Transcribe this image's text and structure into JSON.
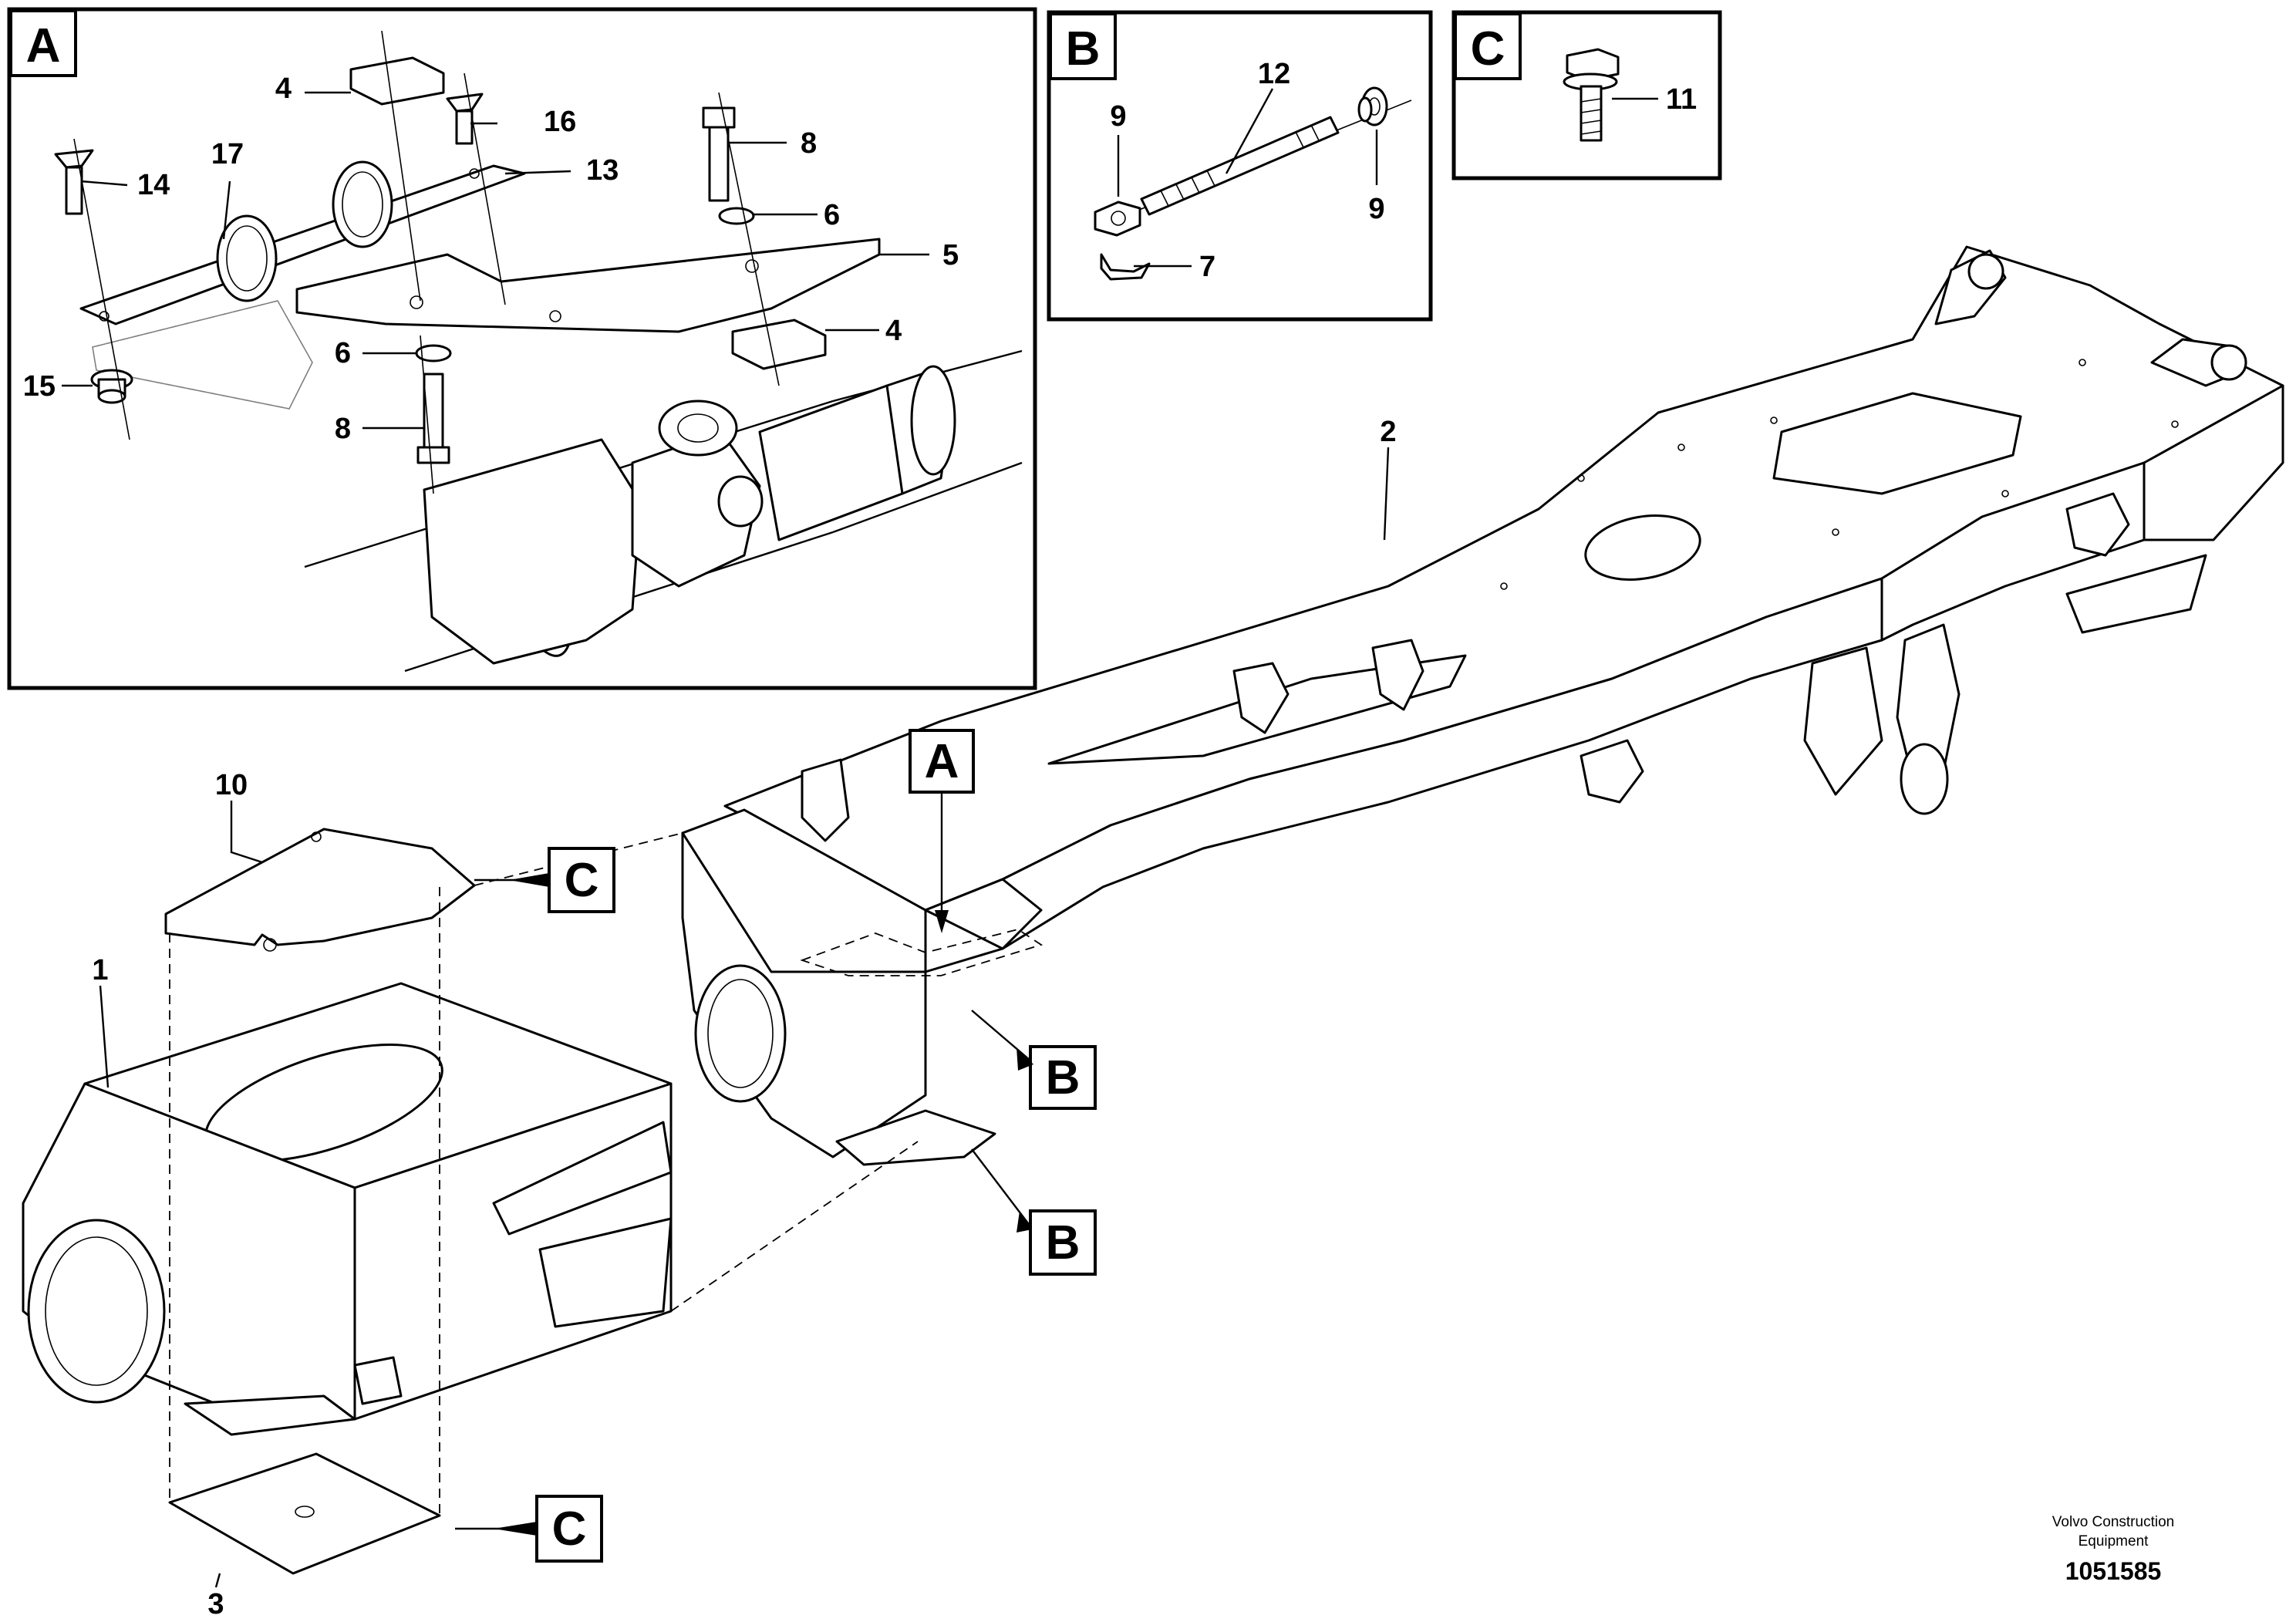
{
  "callouts": {
    "A": "A",
    "B": "B",
    "C": "C",
    "n1": "1",
    "n2": "2",
    "n3": "3",
    "n4": "4",
    "n5": "5",
    "n6": "6",
    "n7": "7",
    "n8": "8",
    "n9": "9",
    "n10": "10",
    "n11": "11",
    "n12": "12",
    "n13": "13",
    "n14": "14",
    "n15": "15",
    "n16": "16",
    "n17": "17"
  },
  "footer": {
    "company_line1": "Volvo Construction",
    "company_line2": "Equipment",
    "drawing_number": "1051585"
  }
}
